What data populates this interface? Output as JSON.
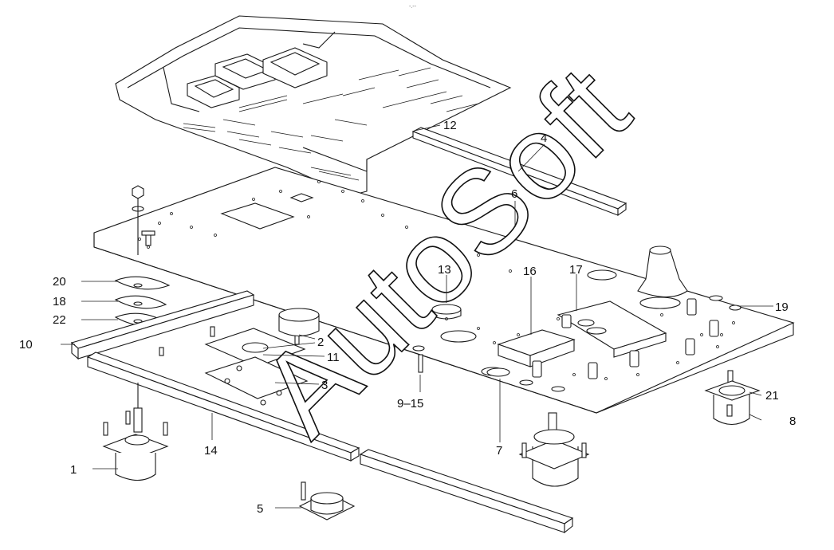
{
  "watermark": {
    "text": "AutoSoft"
  },
  "header_mark": "-.--",
  "callouts": [
    {
      "id": "c1",
      "label": "1"
    },
    {
      "id": "c2",
      "label": "2"
    },
    {
      "id": "c3",
      "label": "3"
    },
    {
      "id": "c4",
      "label": "4"
    },
    {
      "id": "c5",
      "label": "5"
    },
    {
      "id": "c6",
      "label": "6"
    },
    {
      "id": "c7",
      "label": "7"
    },
    {
      "id": "c8",
      "label": "8"
    },
    {
      "id": "c9",
      "label": "9–15"
    },
    {
      "id": "c10",
      "label": "10"
    },
    {
      "id": "c11",
      "label": "11"
    },
    {
      "id": "c12",
      "label": "12"
    },
    {
      "id": "c13",
      "label": "13"
    },
    {
      "id": "c14",
      "label": "14"
    },
    {
      "id": "c16",
      "label": "16"
    },
    {
      "id": "c17",
      "label": "17"
    },
    {
      "id": "c18",
      "label": "18"
    },
    {
      "id": "c19",
      "label": "19"
    },
    {
      "id": "c20",
      "label": "20"
    },
    {
      "id": "c21",
      "label": "21"
    },
    {
      "id": "c22",
      "label": "22"
    }
  ]
}
